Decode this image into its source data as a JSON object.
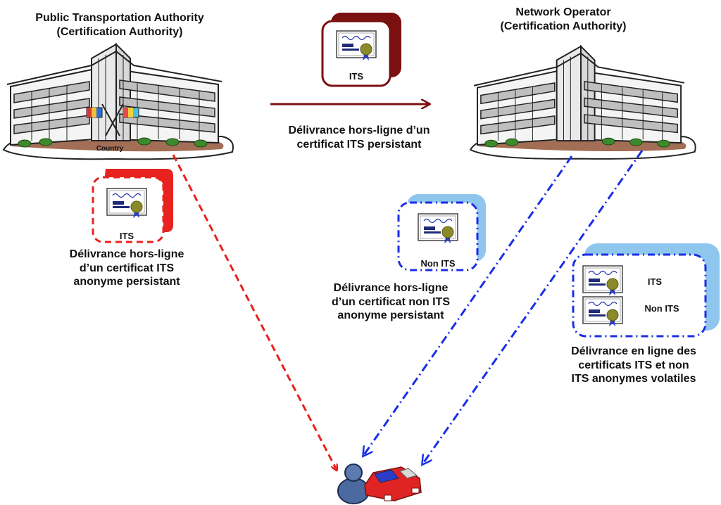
{
  "authorities": {
    "public": {
      "line1": "Public Transportation Authority",
      "line2": "(Certification Authority)",
      "country_label": "Country"
    },
    "network": {
      "line1": "Network Operator",
      "line2": "(Certification Authority)"
    }
  },
  "certificates": {
    "top_its": "ITS",
    "left_its": "ITS",
    "middle_non_its": "Non ITS",
    "right_its": "ITS",
    "right_non_its": "Non ITS"
  },
  "captions": {
    "top": [
      "Délivrance hors-ligne d’un",
      "certificat ITS persistant"
    ],
    "left": [
      "Délivrance hors-ligne",
      "d’un certificat ITS",
      "anonyme persistant"
    ],
    "middle": [
      "Délivrance hors-ligne",
      "d’un certificat non ITS",
      "anonyme persistant"
    ],
    "right": [
      "Délivrance en ligne des",
      "certificats ITS et non",
      "ITS anonymes volatiles"
    ]
  },
  "colors": {
    "dark_red": "#7a1010",
    "red": "#e8221e",
    "blue": "#1a2ee6",
    "light_blue": "#8fc6ee",
    "navy": "#1f2a78"
  }
}
